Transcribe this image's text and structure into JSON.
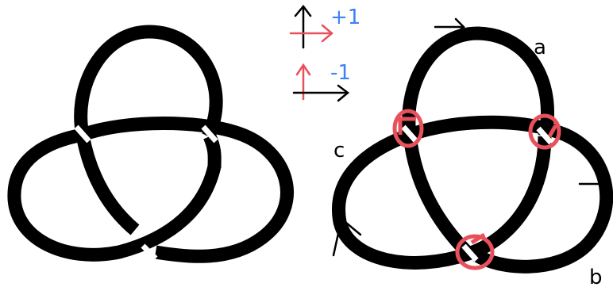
{
  "legend": {
    "positive": {
      "value": "+1",
      "vertical_color": "#000000",
      "horizontal_color": "#e8505b"
    },
    "negative": {
      "value": "-1",
      "vertical_color": "#e8505b",
      "horizontal_color": "#000000"
    },
    "value_color": "#3b82f6"
  },
  "labels": {
    "a": "a",
    "b": "b",
    "c": "c"
  },
  "colors": {
    "knot": "#000000",
    "crossing_marker": "#e8505b",
    "background": "#ffffff"
  },
  "figures": [
    {
      "id": "left-trefoil",
      "oriented": false
    },
    {
      "id": "right-trefoil",
      "oriented": true,
      "crossing_markers": 3
    }
  ]
}
